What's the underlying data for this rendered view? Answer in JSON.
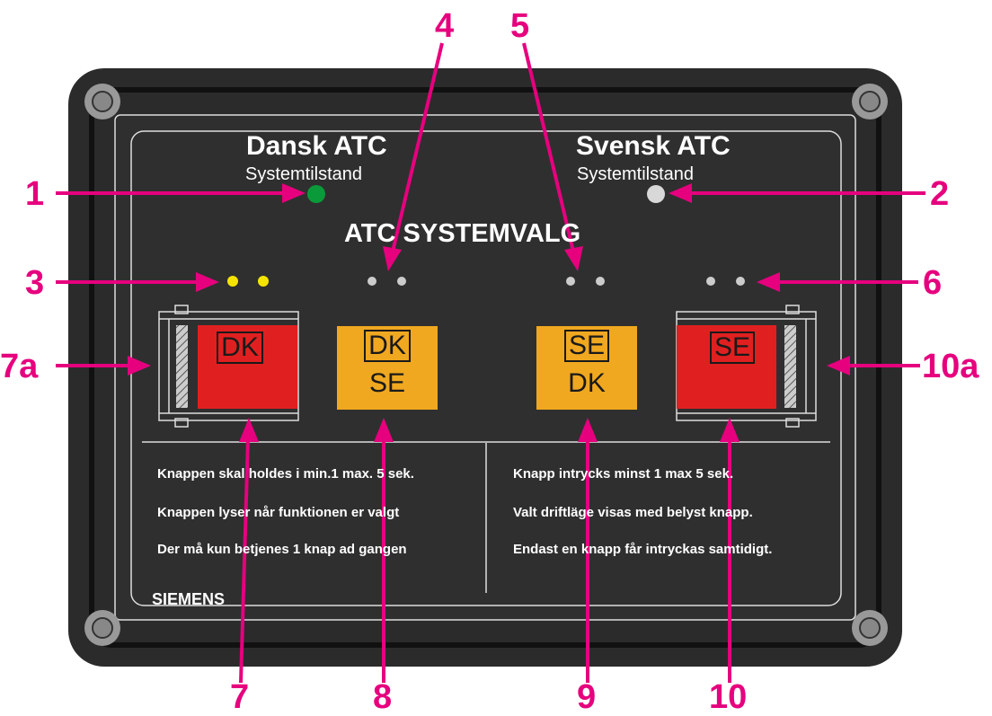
{
  "panel": {
    "left_title": "Dansk ATC",
    "left_sub": "Systemtilstand",
    "right_title": "Svensk ATC",
    "right_sub": "Systemtilstand",
    "center_title": "ATC SYSTEMVALG",
    "brand": "SIEMENS"
  },
  "instructions": {
    "left": [
      "Knappen skal holdes i min.1 max. 5 sek.",
      "Knappen lyser når funktionen er valgt",
      "Der må kun betjenes 1 knap ad gangen"
    ],
    "right": [
      "Knapp intrycks minst 1 max 5 sek.",
      "Valt driftläge visas med belyst knapp.",
      "Endast en knapp får intryckas samtidigt."
    ]
  },
  "buttons": {
    "b7": "DK",
    "b8_top": "DK",
    "b8_bottom": "SE",
    "b9_top": "SE",
    "b9_bottom": "DK",
    "b10": "SE"
  },
  "indicators": {
    "left_status": "green",
    "right_status": "white",
    "leds": [
      "yellow",
      "yellow",
      "white",
      "white",
      "white",
      "white",
      "white",
      "white"
    ]
  },
  "callouts": {
    "c1": "1",
    "c2": "2",
    "c3": "3",
    "c4": "4",
    "c5": "5",
    "c6": "6",
    "c7a": "7a",
    "c10a": "10a",
    "c7": "7",
    "c8": "8",
    "c9": "9",
    "c10": "10"
  },
  "colors": {
    "panel": "#2d2d2d",
    "accent": "#e6007e",
    "red_button": "#e02020",
    "orange_button": "#f0a820",
    "green_led": "#0a9a3a",
    "yellow_led": "#f5e400"
  }
}
